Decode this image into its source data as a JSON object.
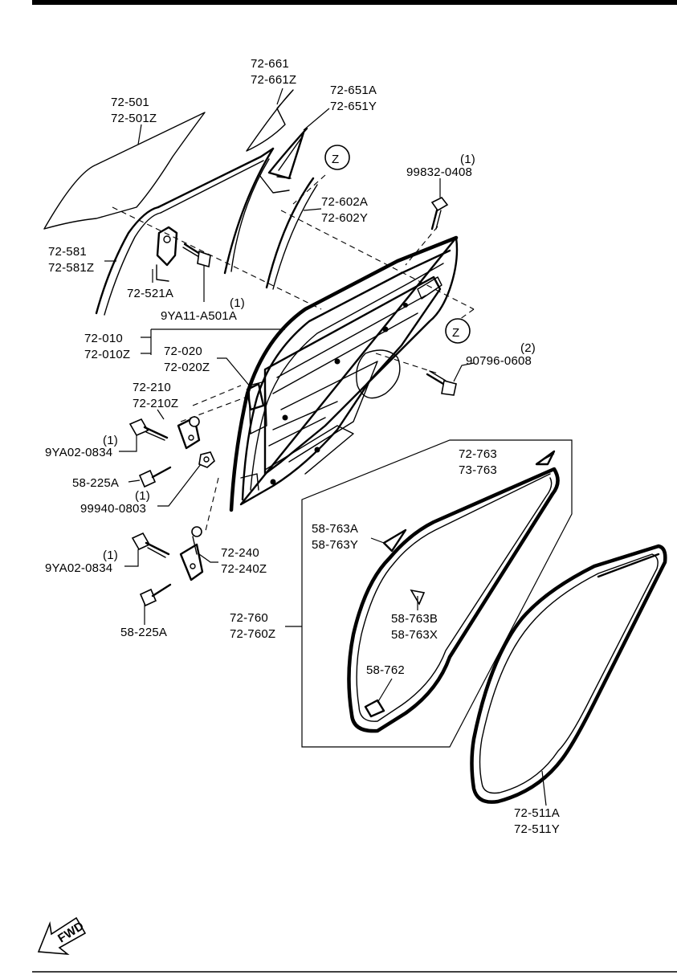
{
  "diagram": {
    "labels": [
      {
        "id": "l1",
        "text": "72-661"
      },
      {
        "id": "l2",
        "text": "72-661Z"
      },
      {
        "id": "l3",
        "text": "72-651A"
      },
      {
        "id": "l4",
        "text": "72-651Y"
      },
      {
        "id": "l5",
        "text": "72-501"
      },
      {
        "id": "l6",
        "text": "72-501Z"
      },
      {
        "id": "l7",
        "text": "(1)"
      },
      {
        "id": "l8",
        "text": "99832-0408"
      },
      {
        "id": "l9",
        "text": "72-602A"
      },
      {
        "id": "l10",
        "text": "72-602Y"
      },
      {
        "id": "l11",
        "text": "72-581"
      },
      {
        "id": "l12",
        "text": "72-581Z"
      },
      {
        "id": "l13",
        "text": "72-521A"
      },
      {
        "id": "l14",
        "text": "(1)"
      },
      {
        "id": "l15",
        "text": "9YA11-A501A"
      },
      {
        "id": "l16",
        "text": "72-010"
      },
      {
        "id": "l17",
        "text": "72-010Z"
      },
      {
        "id": "l18",
        "text": "72-020"
      },
      {
        "id": "l19",
        "text": "72-020Z"
      },
      {
        "id": "l20",
        "text": "(2)"
      },
      {
        "id": "l21",
        "text": "90796-0608"
      },
      {
        "id": "l22",
        "text": "72-210"
      },
      {
        "id": "l23",
        "text": "72-210Z"
      },
      {
        "id": "l24",
        "text": "(1)"
      },
      {
        "id": "l25",
        "text": "9YA02-0834"
      },
      {
        "id": "l26",
        "text": "58-225A"
      },
      {
        "id": "l27",
        "text": "(1)"
      },
      {
        "id": "l28",
        "text": "99940-0803"
      },
      {
        "id": "l29",
        "text": "72-763"
      },
      {
        "id": "l30",
        "text": "73-763"
      },
      {
        "id": "l31",
        "text": "58-763A"
      },
      {
        "id": "l32",
        "text": "58-763Y"
      },
      {
        "id": "l33",
        "text": "(1)"
      },
      {
        "id": "l34",
        "text": "9YA02-0834"
      },
      {
        "id": "l35",
        "text": "72-240"
      },
      {
        "id": "l36",
        "text": "72-240Z"
      },
      {
        "id": "l37",
        "text": "58-763B"
      },
      {
        "id": "l38",
        "text": "58-763X"
      },
      {
        "id": "l39",
        "text": "58-225A"
      },
      {
        "id": "l40",
        "text": "72-760"
      },
      {
        "id": "l41",
        "text": "72-760Z"
      },
      {
        "id": "l42",
        "text": "58-762"
      },
      {
        "id": "l43",
        "text": "72-511A"
      },
      {
        "id": "l44",
        "text": "72-511Y"
      }
    ],
    "reference_markers": [
      {
        "id": "z1",
        "text": "Z"
      },
      {
        "id": "z2",
        "text": "Z"
      }
    ],
    "fwd_label": "FWD"
  }
}
